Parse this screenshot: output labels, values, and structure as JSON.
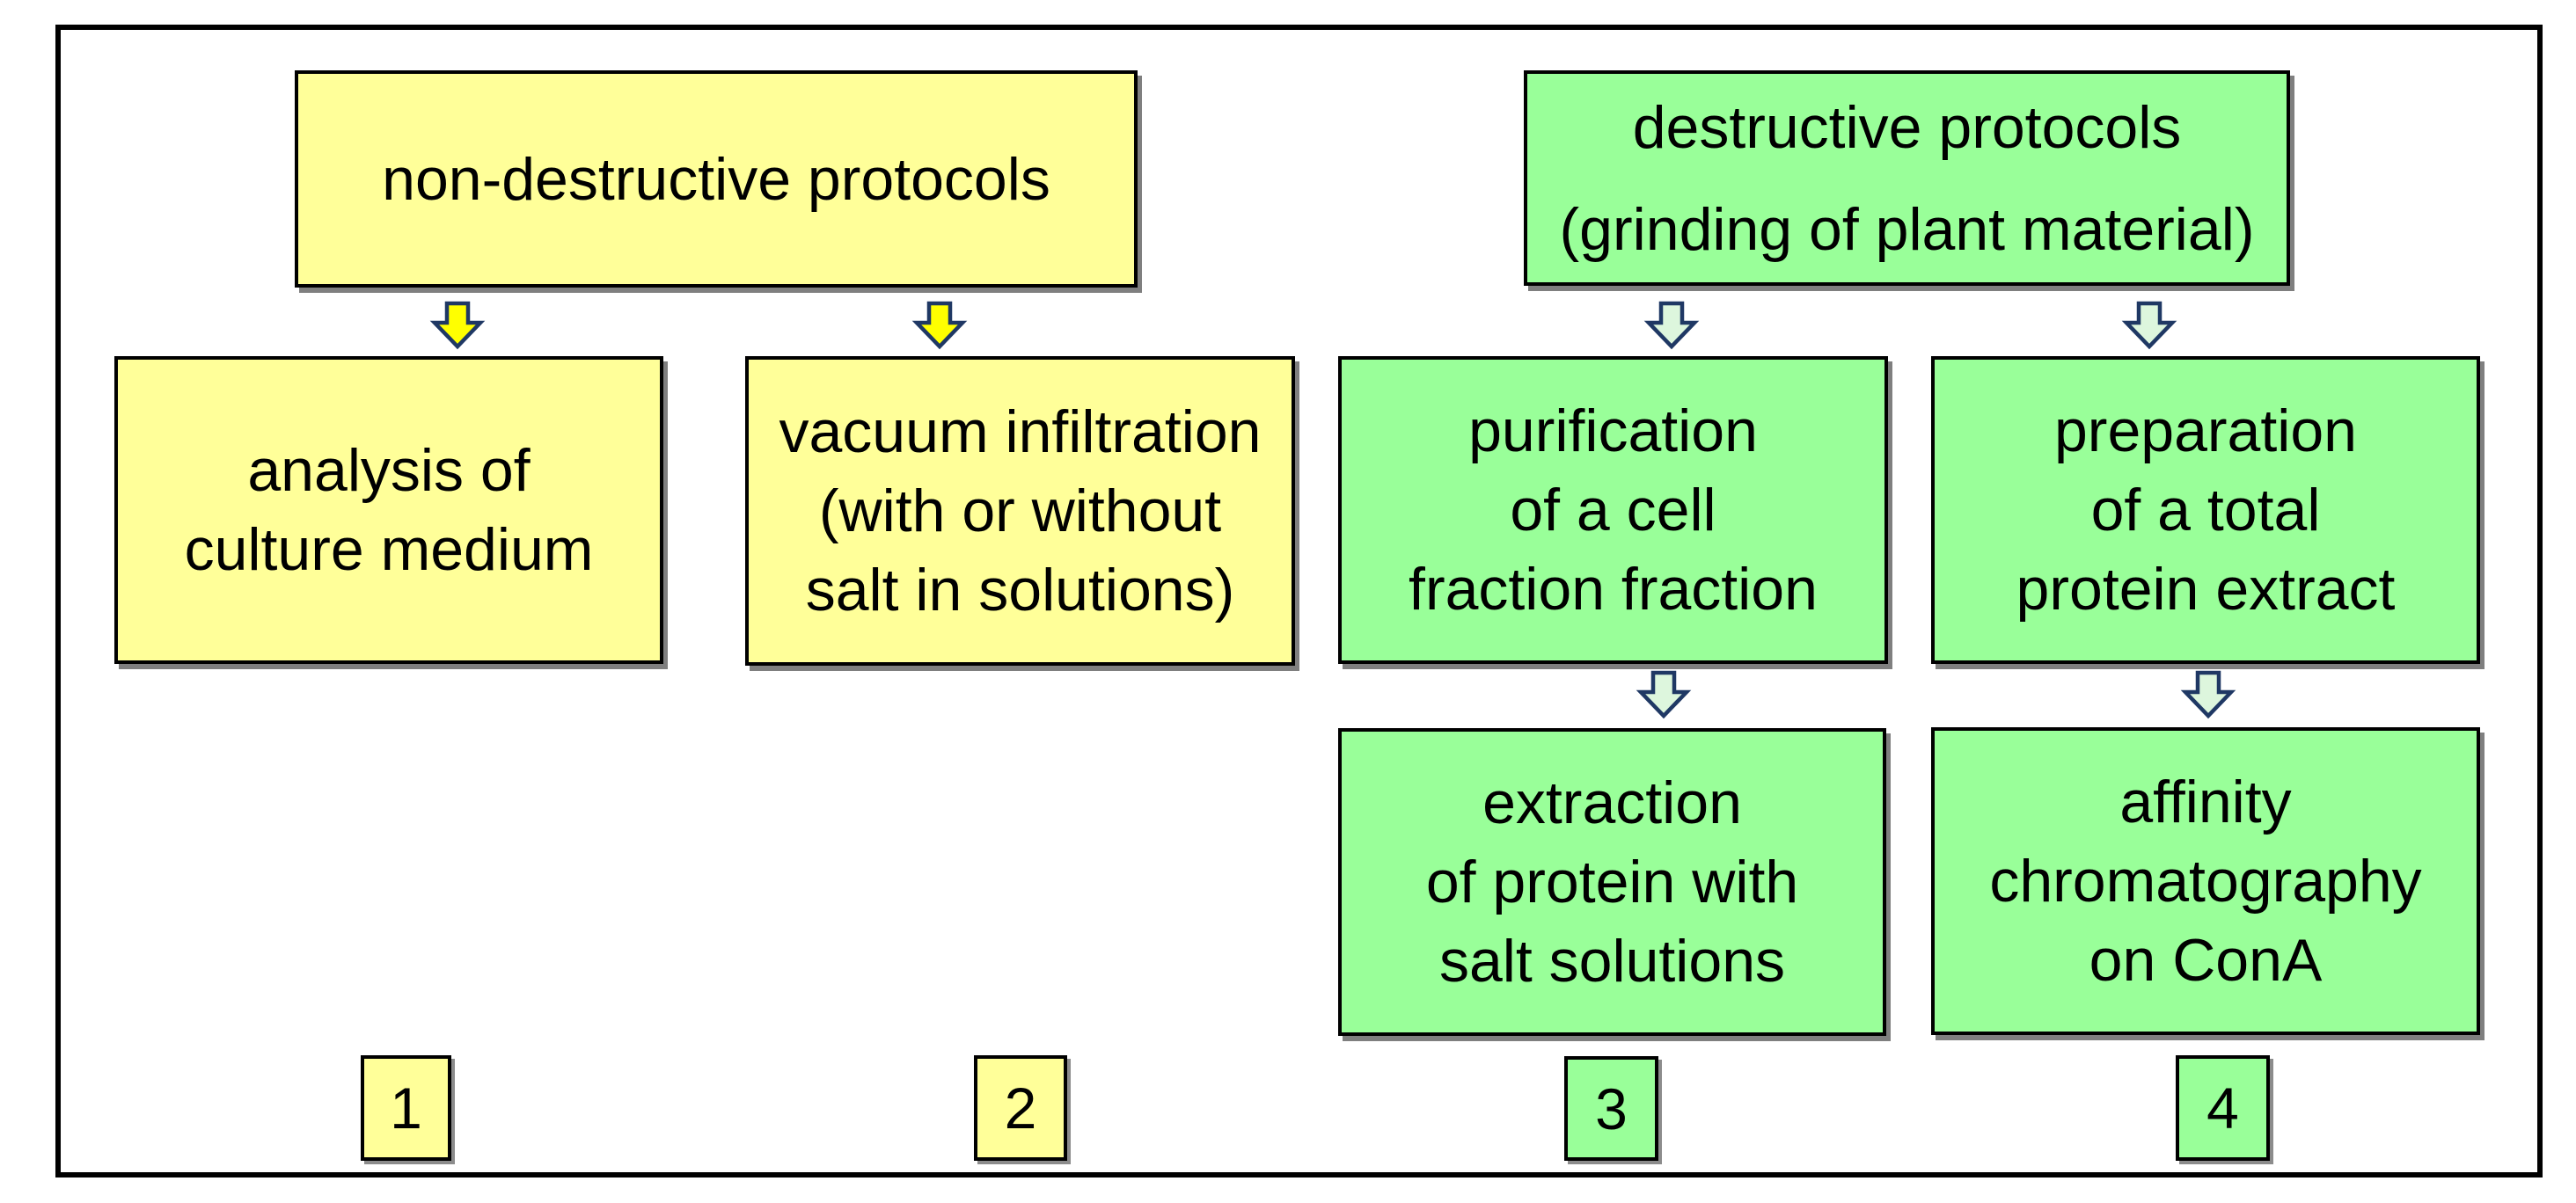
{
  "colors": {
    "yellow_fill": "#FFFF99",
    "green_fill": "#99FF99",
    "yellow_arrow_fill": "#FFFF00",
    "green_arrow_fill": "#DDF6DD",
    "arrow_outline": "#1F3864",
    "box_border": "#000000",
    "frame_border": "#000000",
    "text_color": "#000000",
    "background": "#FFFFFF"
  },
  "boxes": {
    "nd_root": {
      "line1": "non-destructive protocols"
    },
    "d_root": {
      "line1": "destructive protocols",
      "line2": "(grinding of plant material)"
    },
    "analysis": {
      "line1": "analysis of",
      "line2": "culture medium"
    },
    "vacuum": {
      "line1": "vacuum infiltration",
      "line2": "(with or without",
      "line3": "salt in solutions)"
    },
    "purification": {
      "line1": "purification",
      "line2": "of a cell",
      "line3": "fraction fraction"
    },
    "preparation": {
      "line1": "preparation",
      "line2": "of a total",
      "line3": "protein extract"
    },
    "extraction": {
      "line1": "extraction",
      "line2": "of protein with",
      "line3": "salt solutions"
    },
    "affinity": {
      "line1": "affinity",
      "line2": "chromatography",
      "line3": "on ConA"
    }
  },
  "numbers": {
    "n1": "1",
    "n2": "2",
    "n3": "3",
    "n4": "4"
  }
}
